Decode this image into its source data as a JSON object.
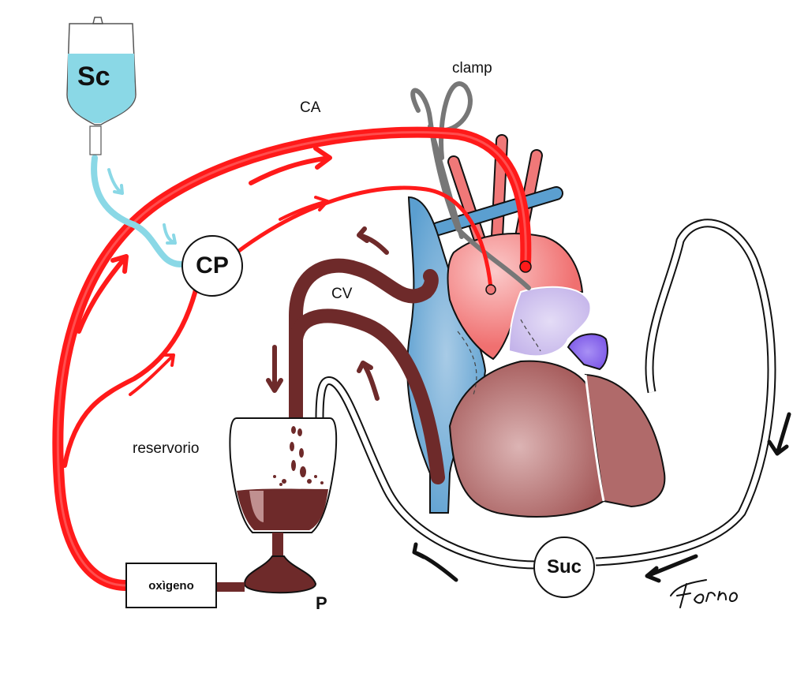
{
  "diagram": {
    "title": "Cardiopulmonary bypass circuit",
    "labels": {
      "solution_bag": "Sc",
      "cardioplegia_pump": "CP",
      "arterial_cannula": "CA",
      "clamp": "clamp",
      "venous_cannula": "CV",
      "reservoir": "reservorio",
      "oxygenator": "oxìgeno",
      "pump": "P",
      "suction": "Suc",
      "signature": "Forno"
    },
    "colors": {
      "arterial": "#ff1a1a",
      "venous_tube": "#6e2a2a",
      "cardioplegia_solution": "#8ad8e6",
      "vena_cava": "#5b9fd0",
      "aorta": "#f07878",
      "ventricle": "#a85a5a",
      "pulmonary_artery": "#c8b8ec",
      "left_atrium": "#8060e8",
      "clamp_metal": "#777777",
      "outline": "#111111"
    },
    "flow_directions": [
      "arterial line: oxygenator → aorta",
      "cardioplegia line: CP → aortic root",
      "venous line: right atrium / cavae → reservoir",
      "suction line: heart → Suc → reservoir",
      "solution: bag → CP"
    ]
  }
}
